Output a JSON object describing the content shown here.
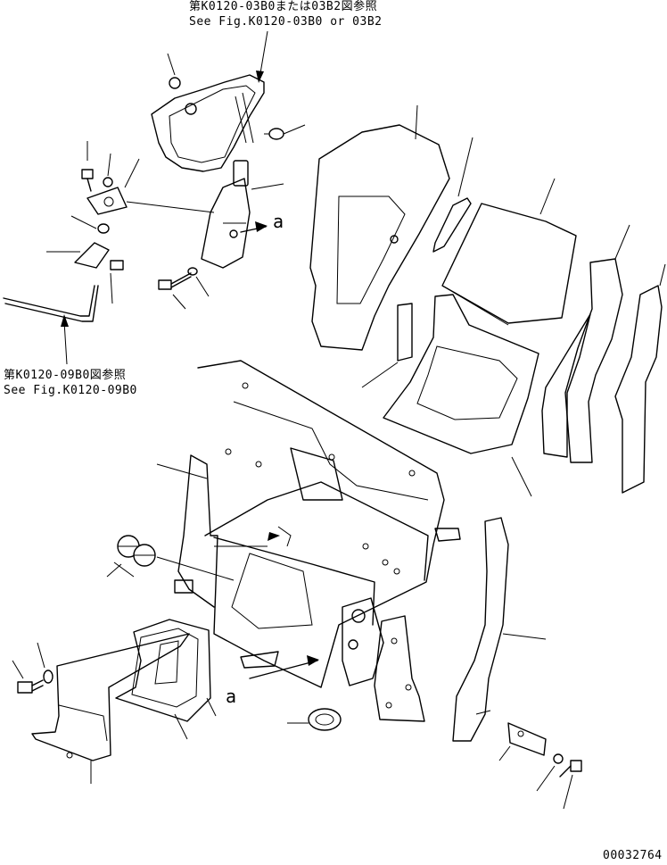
{
  "references": {
    "top_jp": "第K0120-03B0または03B2図参照",
    "top_en": "See Fig.K0120-03B0 or 03B2",
    "left_jp": "第K0120-09B0図参照",
    "left_en": "See Fig.K0120-09B0"
  },
  "callouts": {
    "a_upper": "a",
    "a_lower": "a"
  },
  "drawing_number": "00032764"
}
